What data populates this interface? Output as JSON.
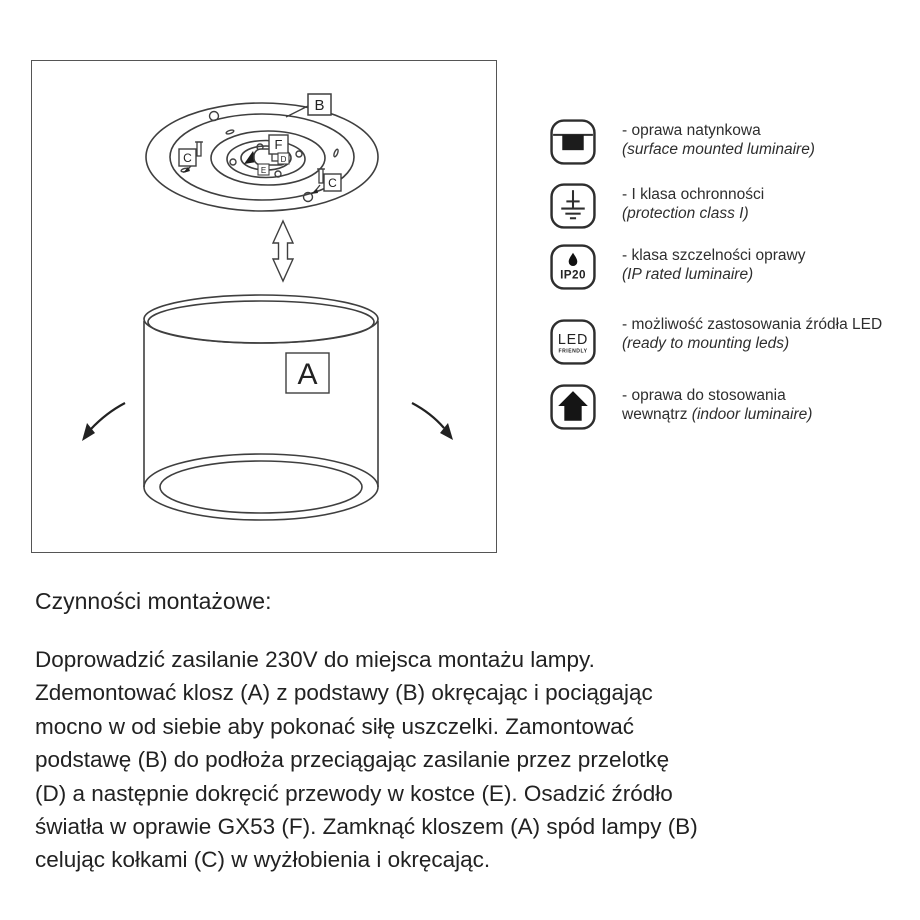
{
  "diagram": {
    "labels": {
      "a": "A",
      "b": "B",
      "c": "C",
      "d": "D",
      "e": "E",
      "f": "F"
    }
  },
  "legend": {
    "items": [
      {
        "name": "surface-mounted",
        "title": "- oprawa natynkowa",
        "subtitle": "(surface mounted luminaire)"
      },
      {
        "name": "protection-class",
        "title": "- I klasa ochronności",
        "subtitle": "(protection class I)"
      },
      {
        "name": "ip-rating",
        "badge": "IP20",
        "title": "- klasa szczelności oprawy",
        "subtitle": "(IP rated luminaire)"
      },
      {
        "name": "led-ready",
        "badge": "LED",
        "badge_sub": "FRIENDLY",
        "title": "- możliwość zastosowania źródła LED",
        "subtitle": "(ready to mounting leds)"
      },
      {
        "name": "indoor",
        "title": "- oprawa do stosowania",
        "subtitle_plain": "wewnątrz ",
        "subtitle": "(indoor luminaire)"
      }
    ]
  },
  "instructions": {
    "heading": "Czynności montażowe:",
    "lines": [
      "Doprowadzić zasilanie 230V do miejsca montażu lampy.",
      "Zdemontować klosz (A) z podstawy (B) okręcając i pociągając",
      "mocno w od siebie aby pokonać siłę uszczelki. Zamontować",
      "podstawę (B) do podłoża przeciągając zasilanie przez przelotkę",
      "(D) a następnie dokręcić przewody w kostce (E). Osadzić źródło",
      "światła w oprawie GX53 (F). Zamknąć kloszem (A) spód lampy (B)",
      "celując kołkami (C) w wyżłobienia i okręcając."
    ]
  },
  "colors": {
    "ink": "#3f3f3f",
    "fill_black": "#1c1c1c"
  }
}
